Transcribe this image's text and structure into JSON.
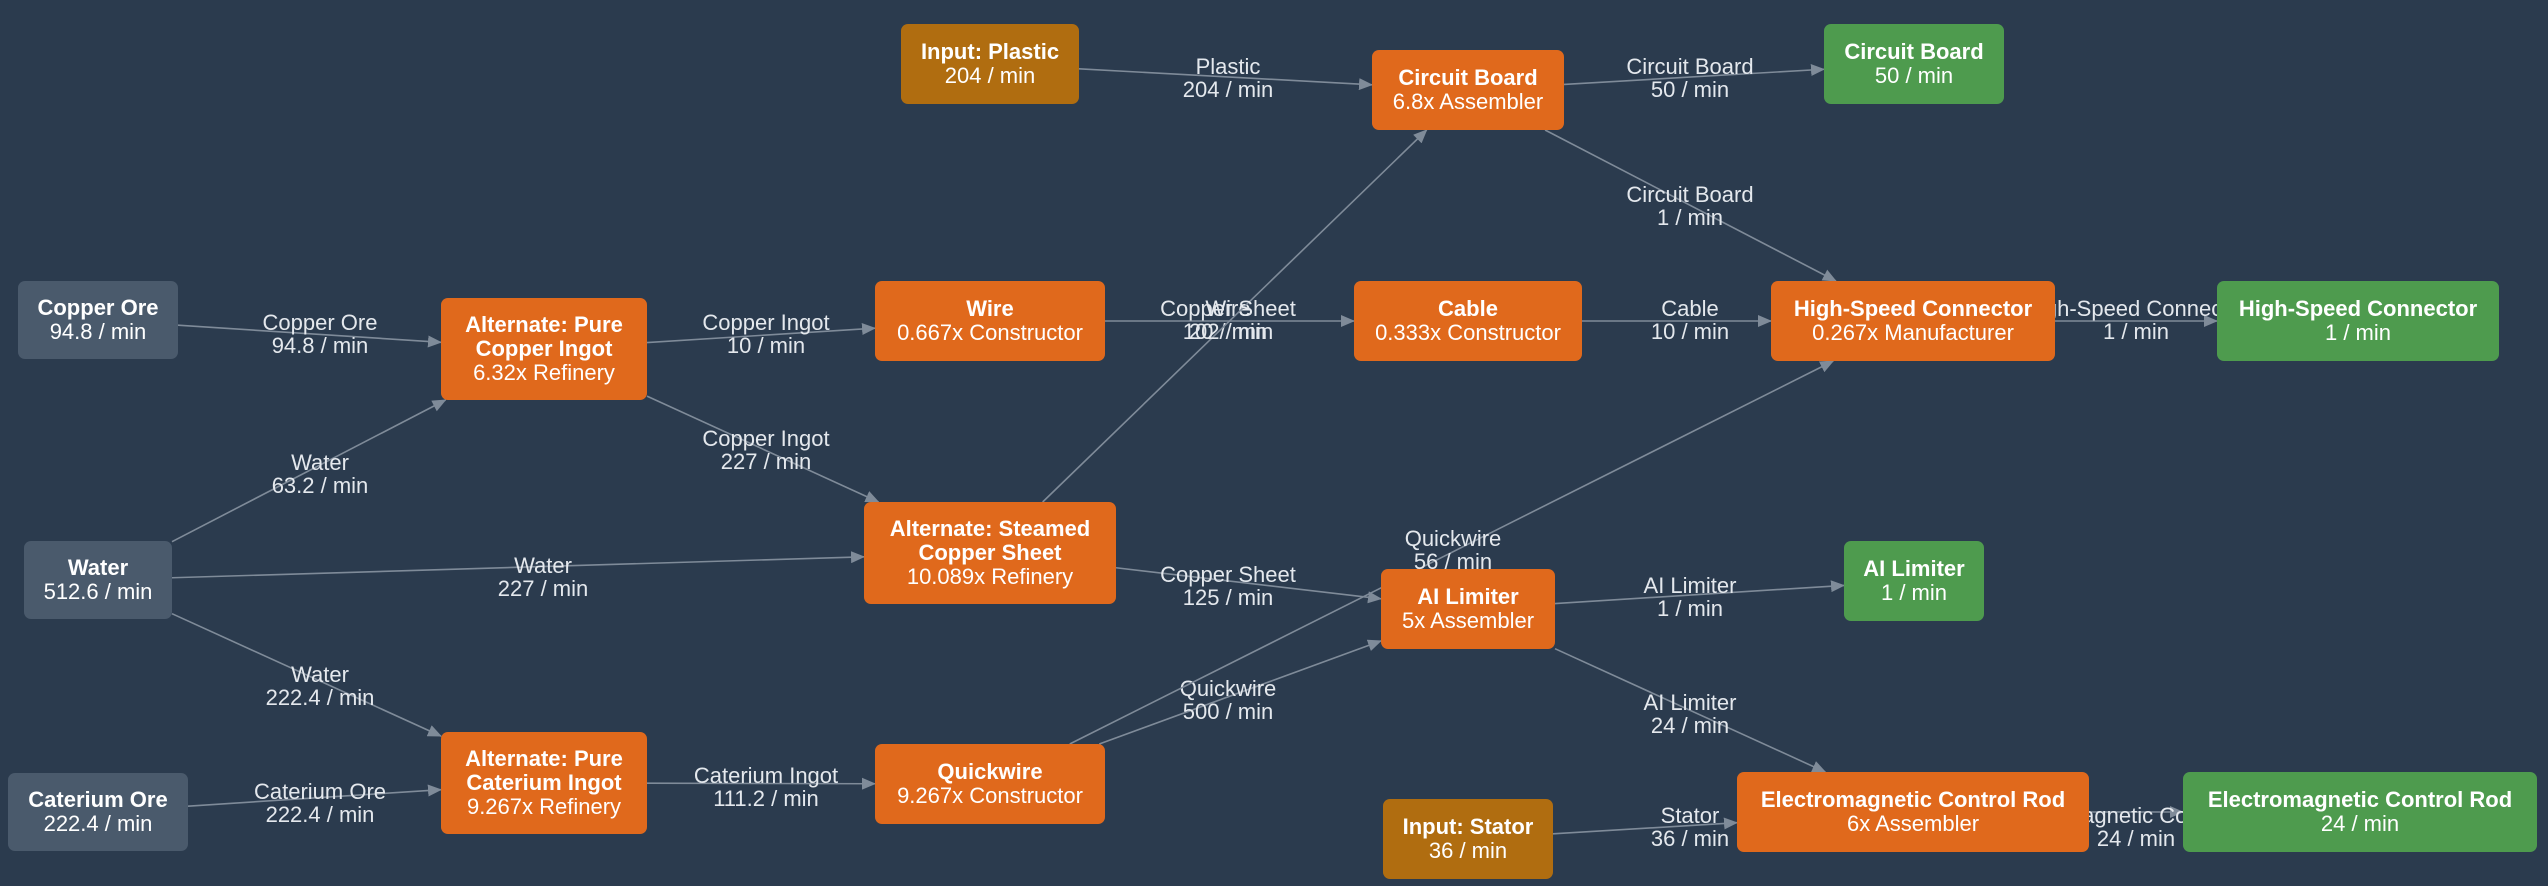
{
  "colors": {
    "background": "#2b3b4e",
    "resource": "#4a5a6c",
    "recipe": "#e0691c",
    "input": "#b06d10",
    "output": "#4e9b4e",
    "edge": "#7f8b99",
    "label": "#e4e8ed"
  },
  "nodes": {
    "copper_ore": {
      "title": "Copper Ore",
      "sub": "94.8 / min",
      "kind": "resource"
    },
    "water": {
      "title": "Water",
      "sub": "512.6 / min",
      "kind": "resource"
    },
    "caterium_ore": {
      "title": "Caterium Ore",
      "sub": "222.4 / min",
      "kind": "resource"
    },
    "pure_copper": {
      "title": "Alternate: Pure Copper Ingot",
      "sub": "6.32x Refinery",
      "kind": "recipe"
    },
    "pure_caterium": {
      "title": "Alternate: Pure Caterium Ingot",
      "sub": "9.267x Refinery",
      "kind": "recipe"
    },
    "input_plastic": {
      "title": "Input: Plastic",
      "sub": "204 / min",
      "kind": "input"
    },
    "wire": {
      "title": "Wire",
      "sub": "0.667x Constructor",
      "kind": "recipe"
    },
    "steamed_copper": {
      "title": "Alternate: Steamed Copper Sheet",
      "sub": "10.089x Refinery",
      "kind": "recipe"
    },
    "quickwire": {
      "title": "Quickwire",
      "sub": "9.267x Constructor",
      "kind": "recipe"
    },
    "circuit_board": {
      "title": "Circuit Board",
      "sub": "6.8x Assembler",
      "kind": "recipe"
    },
    "cable": {
      "title": "Cable",
      "sub": "0.333x Constructor",
      "kind": "recipe"
    },
    "ai_limiter": {
      "title": "AI Limiter",
      "sub": "5x Assembler",
      "kind": "recipe"
    },
    "input_stator": {
      "title": "Input: Stator",
      "sub": "36 / min",
      "kind": "input"
    },
    "hsc": {
      "title": "High-Speed Connector",
      "sub": "0.267x Manufacturer",
      "kind": "recipe"
    },
    "emcr": {
      "title": "Electromagnetic Control Rod",
      "sub": "6x Assembler",
      "kind": "recipe"
    },
    "out_circuit_board": {
      "title": "Circuit Board",
      "sub": "50 / min",
      "kind": "output"
    },
    "out_ai_limiter": {
      "title": "AI Limiter",
      "sub": "1 / min",
      "kind": "output"
    },
    "out_hsc": {
      "title": "High-Speed Connector",
      "sub": "1 / min",
      "kind": "output"
    },
    "out_emcr": {
      "title": "Electromagnetic Control Rod",
      "sub": "24 / min",
      "kind": "output"
    }
  },
  "edges": [
    {
      "from": "copper_ore",
      "to": "pure_copper",
      "label": "Copper Ore",
      "rate": "94.8 / min"
    },
    {
      "from": "water",
      "to": "pure_copper",
      "label": "Water",
      "rate": "63.2 / min"
    },
    {
      "from": "water",
      "to": "steamed_copper",
      "label": "Water",
      "rate": "227 / min"
    },
    {
      "from": "water",
      "to": "pure_caterium",
      "label": "Water",
      "rate": "222.4 / min"
    },
    {
      "from": "caterium_ore",
      "to": "pure_caterium",
      "label": "Caterium Ore",
      "rate": "222.4 / min"
    },
    {
      "from": "pure_copper",
      "to": "wire",
      "label": "Copper Ingot",
      "rate": "10 / min"
    },
    {
      "from": "pure_copper",
      "to": "steamed_copper",
      "label": "Copper Ingot",
      "rate": "227 / min"
    },
    {
      "from": "pure_caterium",
      "to": "quickwire",
      "label": "Caterium Ingot",
      "rate": "111.2 / min"
    },
    {
      "from": "input_plastic",
      "to": "circuit_board",
      "label": "Plastic",
      "rate": "204 / min"
    },
    {
      "from": "wire",
      "to": "cable",
      "label": "Wire",
      "rate": "20 / min"
    },
    {
      "from": "steamed_copper",
      "to": "circuit_board",
      "label": "Copper Sheet",
      "rate": "102 / min"
    },
    {
      "from": "steamed_copper",
      "to": "ai_limiter",
      "label": "Copper Sheet",
      "rate": "125 / min"
    },
    {
      "from": "quickwire",
      "to": "ai_limiter",
      "label": "Quickwire",
      "rate": "500 / min"
    },
    {
      "from": "quickwire",
      "to": "hsc",
      "label": "Quickwire",
      "rate": "56 / min"
    },
    {
      "from": "circuit_board",
      "to": "out_circuit_board",
      "label": "Circuit Board",
      "rate": "50 / min"
    },
    {
      "from": "circuit_board",
      "to": "hsc",
      "label": "Circuit Board",
      "rate": "1 / min"
    },
    {
      "from": "cable",
      "to": "hsc",
      "label": "Cable",
      "rate": "10 / min"
    },
    {
      "from": "ai_limiter",
      "to": "out_ai_limiter",
      "label": "AI Limiter",
      "rate": "1 / min"
    },
    {
      "from": "ai_limiter",
      "to": "emcr",
      "label": "AI Limiter",
      "rate": "24 / min"
    },
    {
      "from": "input_stator",
      "to": "emcr",
      "label": "Stator",
      "rate": "36 / min"
    },
    {
      "from": "hsc",
      "to": "out_hsc",
      "label": "High-Speed Connector",
      "rate": "1 / min"
    },
    {
      "from": "emcr",
      "to": "out_emcr",
      "label": "Electromagnetic Control Rod",
      "rate": "24 / min"
    }
  ]
}
